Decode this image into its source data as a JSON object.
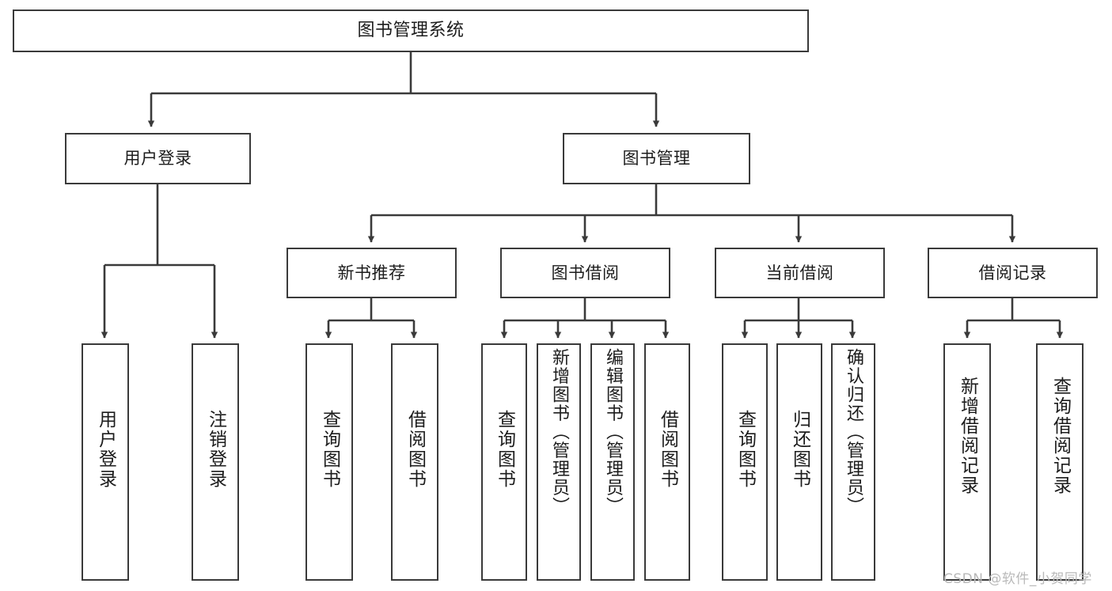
{
  "diagram": {
    "kind": "function-structure-tree",
    "title": "图书管理系统",
    "stroke_color": "#3a3a3a",
    "fill_color": "#ffffff",
    "text_color": "#1c1c1c",
    "background": "#ffffff"
  },
  "nodes": {
    "root": {
      "label": "图书管理系统"
    },
    "level2": [
      {
        "label": "用户登录"
      },
      {
        "label": "图书管理"
      }
    ],
    "level3": [
      {
        "label": "新书推荐"
      },
      {
        "label": "图书借阅"
      },
      {
        "label": "当前借阅"
      },
      {
        "label": "借阅记录"
      }
    ],
    "leaves": {
      "user_login": [
        {
          "label": "用户登录"
        },
        {
          "label": "注销登录"
        }
      ],
      "new_book_recommend": [
        {
          "label": "查询图书"
        },
        {
          "label": "借阅图书"
        }
      ],
      "book_borrow": [
        {
          "label": "查询图书"
        },
        {
          "label": "新增图书（管理员）"
        },
        {
          "label": "编辑图书（管理员）"
        },
        {
          "label": "借阅图书"
        }
      ],
      "current_borrow": [
        {
          "label": "查询图书"
        },
        {
          "label": "归还图书"
        },
        {
          "label": "确认归还（管理员）"
        }
      ],
      "borrow_record": [
        {
          "label": "新增借阅记录"
        },
        {
          "label": "查询借阅记录"
        }
      ]
    }
  },
  "watermark": {
    "text": "CSDN @软件_小贺同学"
  }
}
